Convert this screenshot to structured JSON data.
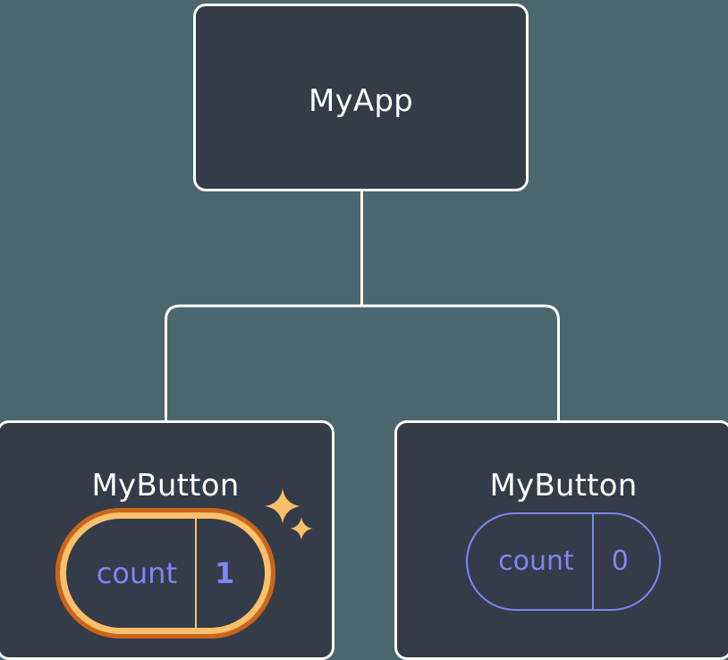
{
  "diagram": {
    "type": "component-tree",
    "background_color": "#4c666f",
    "node_fill_color": "#343b49",
    "node_border_color": "#ffffff",
    "accent_state_color": "#7d87f5",
    "highlight_outer_color": "#c9661a",
    "highlight_inner_color": "#fac06b",
    "sparkle_color": "#fbbf68"
  },
  "root": {
    "title": "MyApp"
  },
  "children": [
    {
      "title": "MyButton",
      "state": {
        "key": "count",
        "value": "1"
      },
      "highlighted": true,
      "sparkle_large": "sparkle-icon",
      "sparkle_small": "sparkle-icon"
    },
    {
      "title": "MyButton",
      "state": {
        "key": "count",
        "value": "0"
      },
      "highlighted": false
    }
  ],
  "connectors": {
    "description": "root connects down to a rounded horizontal rail that splits into two child drops"
  }
}
